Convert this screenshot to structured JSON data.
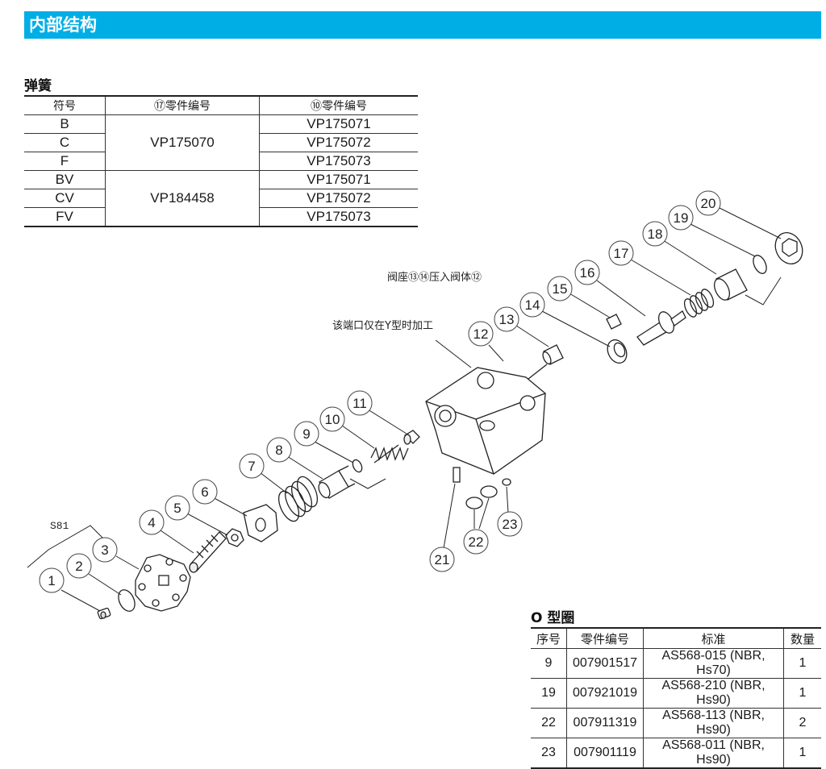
{
  "section_title": "内部结构",
  "spring": {
    "title": "弹簧",
    "headers": [
      "符号",
      "⑰零件编号",
      "⑩零件编号"
    ],
    "groupA": {
      "part17": "VP175070",
      "rows": [
        [
          "B",
          "VP175071"
        ],
        [
          "C",
          "VP175072"
        ],
        [
          "F",
          "VP175073"
        ]
      ]
    },
    "groupB": {
      "part17": "VP184458",
      "rows": [
        [
          "BV",
          "VP175071"
        ],
        [
          "CV",
          "VP175072"
        ],
        [
          "FV",
          "VP175073"
        ]
      ]
    }
  },
  "oring": {
    "title": "O 型圈",
    "headers": [
      "序号",
      "零件编号",
      "标准",
      "数量"
    ],
    "rows": [
      [
        "9",
        "007901517",
        "AS568-015 (NBR, Hs70)",
        "1"
      ],
      [
        "19",
        "007921019",
        "AS568-210 (NBR, Hs90)",
        "1"
      ],
      [
        "22",
        "007911319",
        "AS568-113 (NBR, Hs90)",
        "2"
      ],
      [
        "23",
        "007901119",
        "AS568-011 (NBR, Hs90)",
        "1"
      ]
    ]
  },
  "diagram": {
    "note_seat": "阀座⑬⑭压入阀体⑫",
    "note_port": "该端口仅在Y型时加工",
    "group_label": "S81",
    "parts": [
      "1",
      "2",
      "3",
      "4",
      "5",
      "6",
      "7",
      "8",
      "9",
      "10",
      "11",
      "12",
      "13",
      "14",
      "15",
      "16",
      "17",
      "18",
      "19",
      "20",
      "21",
      "22",
      "23"
    ]
  },
  "colors": {
    "banner": "#00aee6"
  }
}
